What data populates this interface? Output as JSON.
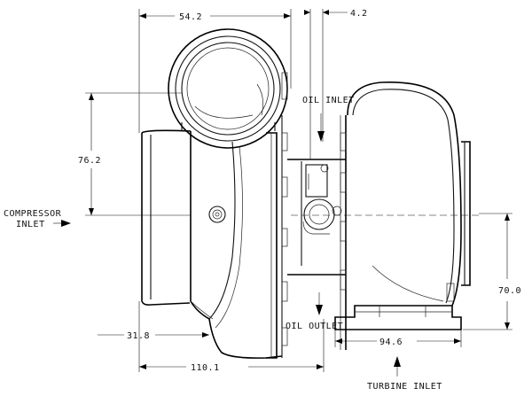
{
  "dimensions": {
    "top_width": "54.2",
    "top_offset": "4.2",
    "compressor_height": "76.2",
    "compressor_inlet_offset": "31.8",
    "overall_width": "110.1",
    "turbine_flange_width": "94.6",
    "turbine_height": "70.0"
  },
  "labels": {
    "oil_inlet": "OIL INLET",
    "oil_outlet": "OIL OUTLET",
    "compressor_inlet_line1": "COMPRESSOR",
    "compressor_inlet_line2": "INLET",
    "turbine_inlet": "TURBINE INLET"
  },
  "colors": {
    "line": "#000000",
    "background": "#ffffff"
  }
}
